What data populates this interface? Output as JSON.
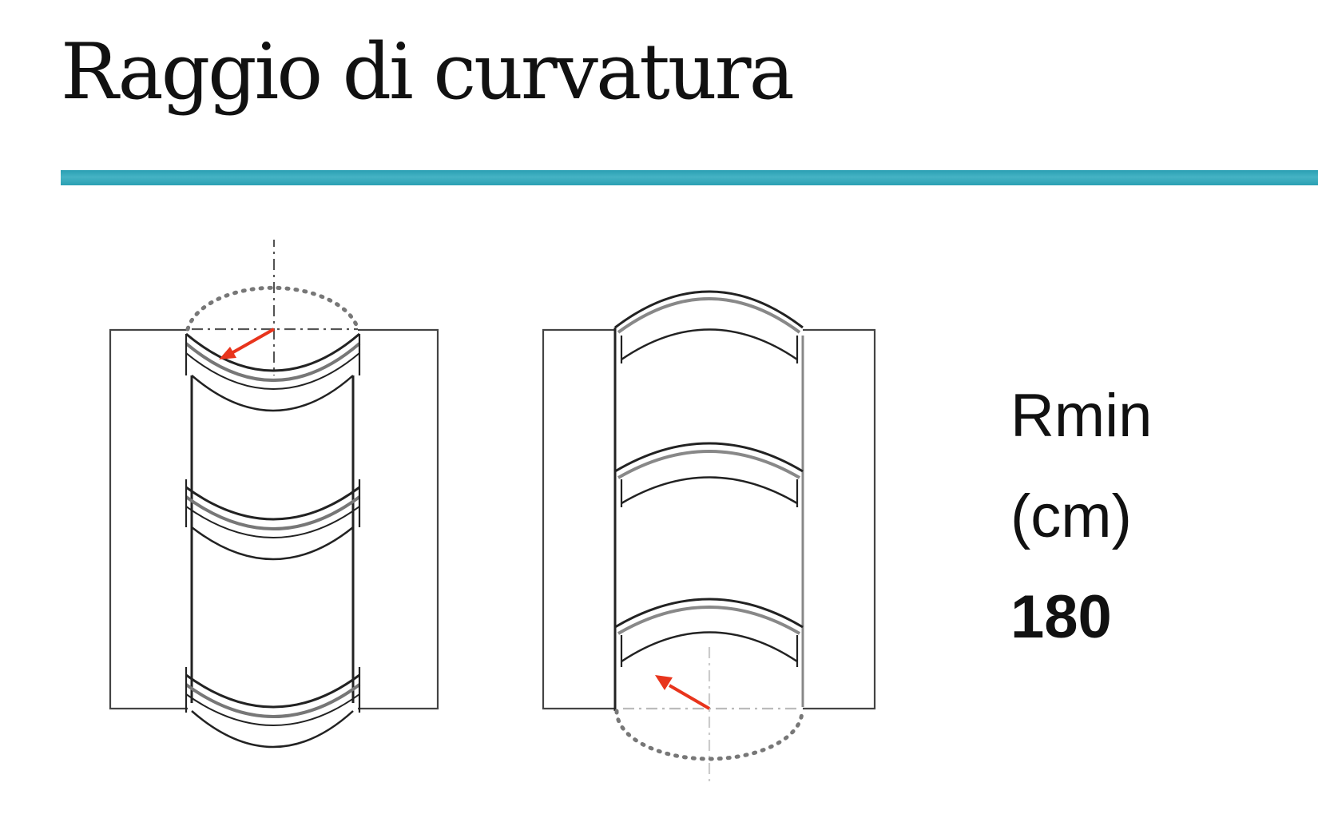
{
  "title": "Raggio di curvatura",
  "accent_color": "#2fa6b8",
  "arrow_color": "#e8341c",
  "figures": [
    {
      "name": "convex-bend",
      "description": "Cylinder bent outward, radius arrow at top"
    },
    {
      "name": "concave-bend",
      "description": "Cylinder bent inward, radius arrow at bottom"
    }
  ],
  "spec": {
    "label": "Rmin",
    "unit": "(cm)",
    "value": "180"
  }
}
